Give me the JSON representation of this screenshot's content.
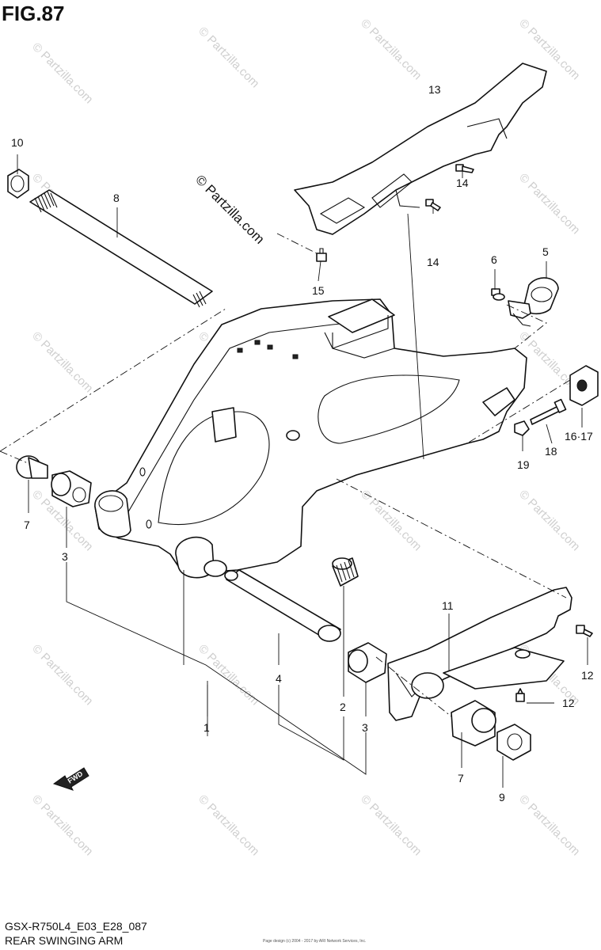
{
  "figure": {
    "title": "FIG.87",
    "footer_code": "GSX-R750L4_E03_E28_087",
    "footer_name": "REAR SWINGING ARM",
    "footer_small": "Page design (c) 2004 - 2017 by ARI Network Services, Inc."
  },
  "watermark": {
    "text": "© Partzilla.com",
    "main_text": "© Partzilla.com"
  },
  "forward_arrow": {
    "label": "FWD"
  },
  "callouts": [
    {
      "id": "c1",
      "label": "1"
    },
    {
      "id": "c2",
      "label": "2"
    },
    {
      "id": "c3a",
      "label": "3"
    },
    {
      "id": "c3b",
      "label": "3"
    },
    {
      "id": "c4",
      "label": "4"
    },
    {
      "id": "c5",
      "label": "5"
    },
    {
      "id": "c6",
      "label": "6"
    },
    {
      "id": "c7a",
      "label": "7"
    },
    {
      "id": "c7b",
      "label": "7"
    },
    {
      "id": "c8",
      "label": "8"
    },
    {
      "id": "c9",
      "label": "9"
    },
    {
      "id": "c10",
      "label": "10"
    },
    {
      "id": "c11",
      "label": "11"
    },
    {
      "id": "c12a",
      "label": "12"
    },
    {
      "id": "c12b",
      "label": "12"
    },
    {
      "id": "c13",
      "label": "13"
    },
    {
      "id": "c14a",
      "label": "14"
    },
    {
      "id": "c14b",
      "label": "14"
    },
    {
      "id": "c15",
      "label": "15"
    },
    {
      "id": "c1617",
      "label": "16·17"
    },
    {
      "id": "c18",
      "label": "18"
    },
    {
      "id": "c19",
      "label": "19"
    }
  ]
}
